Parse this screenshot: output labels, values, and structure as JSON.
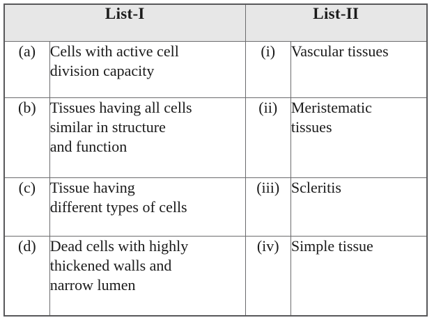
{
  "table": {
    "headers": [
      {
        "label": "List-I",
        "span": 2
      },
      {
        "label": "List-II",
        "span": 2
      }
    ],
    "header_bg": "#e7e7e7",
    "border_color": "#58585a",
    "rows": [
      {
        "left_key": "(a)",
        "left_text_lines": [
          "Cells with active cell",
          "division capacity"
        ],
        "right_key": "(i)",
        "right_text_lines": [
          "Vascular tissues"
        ]
      },
      {
        "left_key": "(b)",
        "left_text_lines": [
          "Tissues having all cells",
          "similar in structure",
          "and function"
        ],
        "right_key": "(ii)",
        "right_text_lines": [
          "Meristematic",
          "tissues"
        ]
      },
      {
        "left_key": "(c)",
        "left_text_lines": [
          "Tissue having",
          "different types of cells"
        ],
        "right_key": "(iii)",
        "right_text_lines": [
          "Scleritis"
        ]
      },
      {
        "left_key": "(d)",
        "left_text_lines": [
          "Dead cells with highly",
          "thickened walls and",
          "narrow lumen"
        ],
        "right_key": "(iv)",
        "right_text_lines": [
          "Simple tissue"
        ]
      }
    ]
  }
}
